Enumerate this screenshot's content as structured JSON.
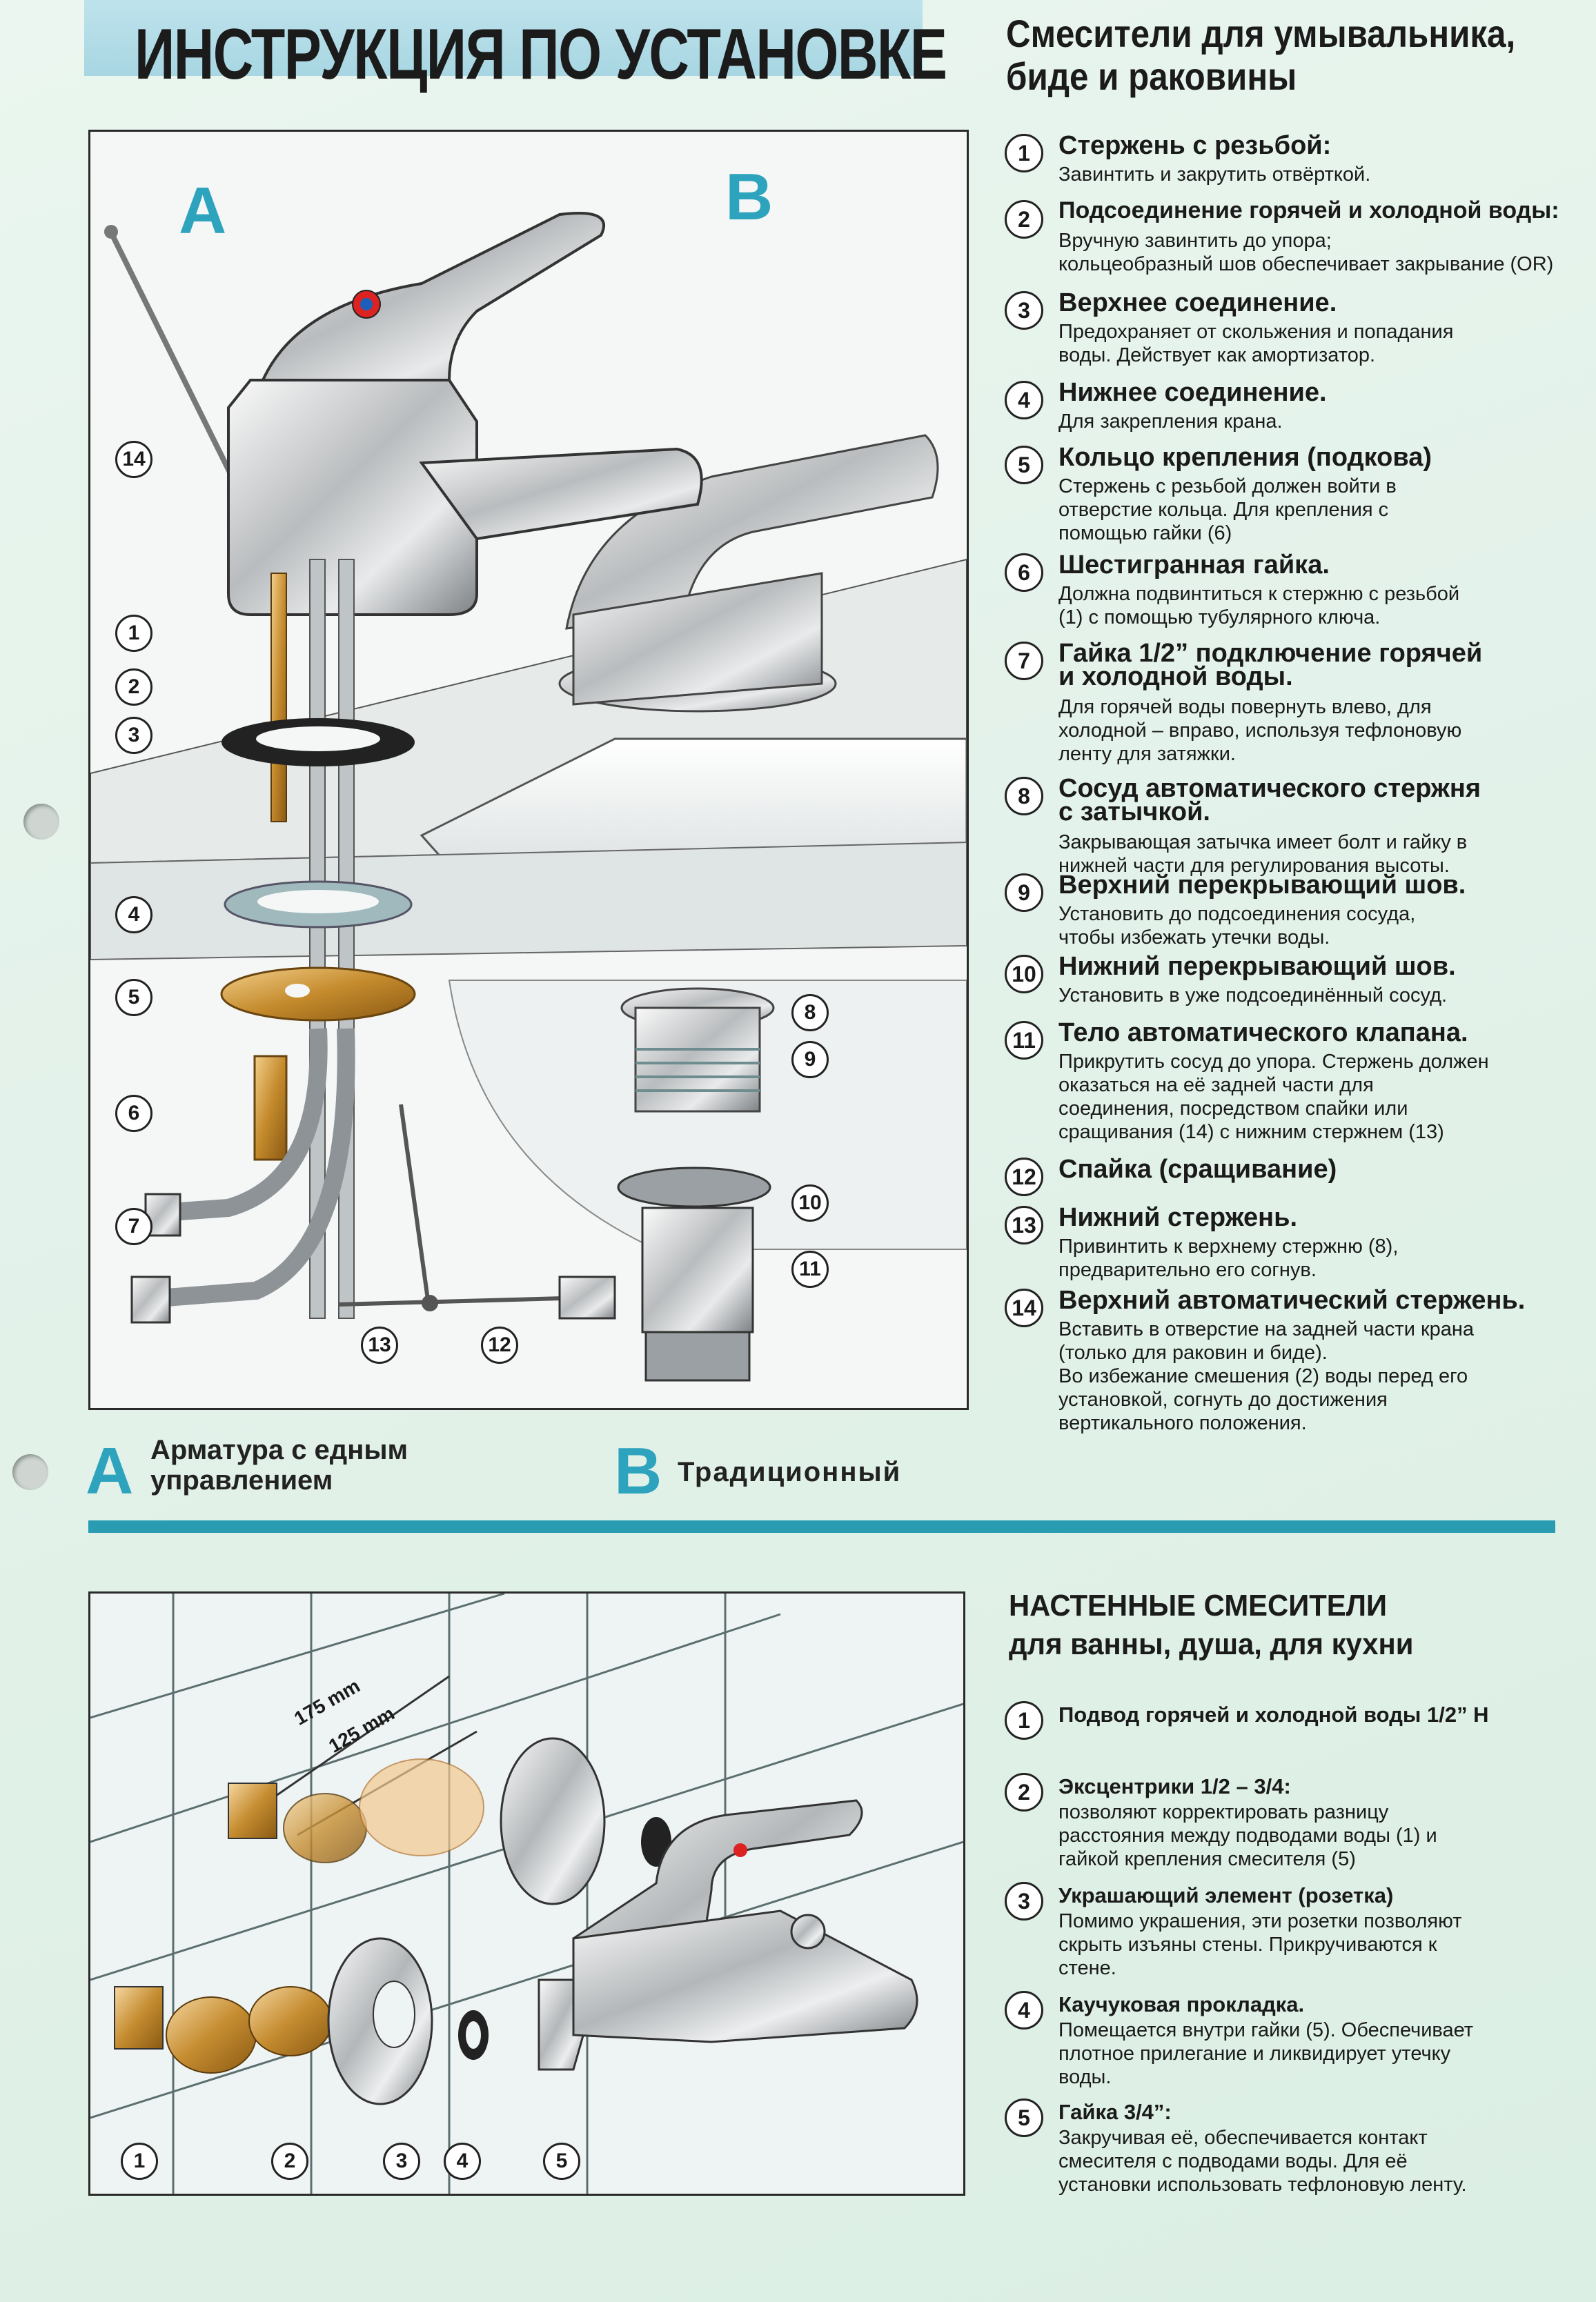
{
  "page": {
    "title": "ИНСТРУКЦИЯ ПО УСТАНОВКЕ"
  },
  "top": {
    "label_a": "A",
    "label_b": "B",
    "title_line1": "Смесители для умывальника,",
    "title_line2": "биде и раковины",
    "items": [
      {
        "num": "1",
        "head": "Стержень с резьбой:",
        "body": "Завинтить и закрутить отвёрткой."
      },
      {
        "num": "2",
        "head": "Подсоединение горячей и холодной воды:",
        "body": "Вручную завинтить до упора;\nкольцеобразный шов обеспечивает закрывание (OR)"
      },
      {
        "num": "3",
        "head": "Верхнее соединение.",
        "body": "Предохраняет от скольжения и попадания\nводы. Действует как амортизатор."
      },
      {
        "num": "4",
        "head": "Нижнее соединение.",
        "body": "Для закрепления крана."
      },
      {
        "num": "5",
        "head": "Кольцо крепления (подкова)",
        "body": "Стержень с резьбой должен войти в\nотверстие кольца. Для крепления с\nпомощью гайки (6)"
      },
      {
        "num": "6",
        "head": "Шестигранная гайка.",
        "body": "Должна подвинтиться к стержню с резьбой\n(1) с помощью тубулярного ключа."
      },
      {
        "num": "7",
        "head": "Гайка 1/2” подключение горячей",
        "head2": "и холодной воды.",
        "body": "Для горячей воды повернуть влево, для\nхолодной – вправо, используя тефлоновую\nленту для затяжки."
      },
      {
        "num": "8",
        "head": "Сосуд автоматического стержня",
        "head2": "с затычкой.",
        "body": "Закрывающая затычка имеет болт и гайку в\nнижней части для регулирования высоты."
      },
      {
        "num": "9",
        "head": "Верхний перекрывающий шов.",
        "body": "Установить до подсоединения сосуда,\nчтобы избежать утечки воды."
      },
      {
        "num": "10",
        "head": "Нижний перекрывающий шов.",
        "body": "Установить в уже подсоединённый сосуд."
      },
      {
        "num": "11",
        "head": "Тело автоматического клапана.",
        "body": "Прикрутить сосуд до упора. Стержень должен\nоказаться на её задней части для\nсоединения, посредством спайки или\nсращивания (14) с нижним стержнем (13)"
      },
      {
        "num": "12",
        "head": "Спайка (сращивание)",
        "body": ""
      },
      {
        "num": "13",
        "head": "Нижний стержень.",
        "body": "Привинтить к верхнему стержню (8),\nпредварительно его согнув."
      },
      {
        "num": "14",
        "head": "Верхний автоматический стержень.",
        "body": "Вставить в отверстие на задней части крана\n(только для раковин и биде).\nВо избежание смешения (2) воды перед его\nустановкой, согнуть до достижения\nвертикального положения."
      }
    ],
    "legend_a_letter": "A",
    "legend_a_text1": "Арматура с едным",
    "legend_a_text2": "управлением",
    "legend_b_letter": "B",
    "legend_b_text": "Традиционный"
  },
  "bottom": {
    "title_line1": "НАСТЕННЫЕ СМЕСИТЕЛИ",
    "title_line2": "для ванны, душа, для кухни",
    "dim1": "175 mm",
    "dim2": "125 mm",
    "items": [
      {
        "num": "1",
        "head": "Подвод горячей и холодной воды 1/2” Н",
        "body": ""
      },
      {
        "num": "2",
        "head": "Эксцентрики 1/2 – 3/4:",
        "body": "позволяют корректировать разницу\nрасстояния между подводами воды (1) и\nгайкой крепления смесителя (5)"
      },
      {
        "num": "3",
        "head": "Украшающий элемент (розетка)",
        "body": "Помимо украшения, эти розетки позволяют\nскрыть изъяны стены. Прикручиваются к\nстене."
      },
      {
        "num": "4",
        "head": "Каучуковая прокладка.",
        "body": "Помещается внутри гайки (5). Обеспечивает\nплотное прилегание и ликвидирует утечку\nводы."
      },
      {
        "num": "5",
        "head": "Гайка 3/4”:",
        "body": "Закручивая её, обеспечивается контакт\nсмесителя с подводами воды. Для её\nустановки использовать тефлоновую ленту."
      }
    ]
  },
  "colors": {
    "accent": "#2da3bd",
    "banner": "#a7d6e2",
    "divider": "#2a9cb2"
  }
}
